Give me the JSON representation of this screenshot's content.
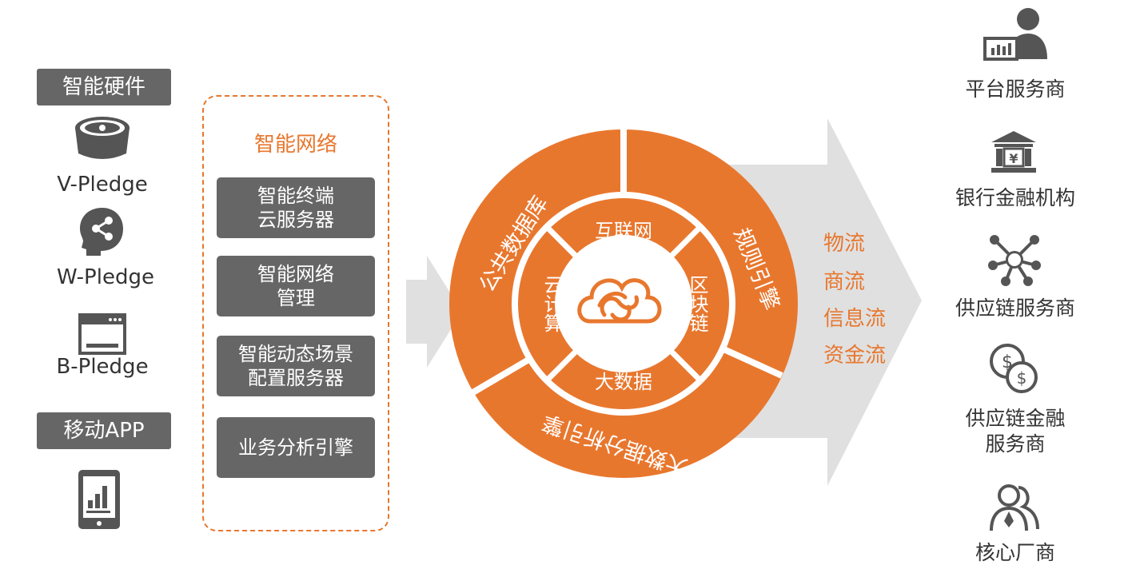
{
  "left_panel": {
    "hardware_tag": "智能硬件",
    "devices": [
      {
        "name": "V-Pledge",
        "icon": "camera-icon"
      },
      {
        "name": "W-Pledge",
        "icon": "head-network-icon"
      },
      {
        "name": "B-Pledge",
        "icon": "terminal-window-icon"
      }
    ],
    "mobile_tag": "移动APP",
    "mobile_icon": "tablet-chart-icon"
  },
  "network": {
    "title": "智能网络",
    "items": [
      {
        "line1": "智能终端",
        "line2": "云服务器"
      },
      {
        "line1": "智能网络",
        "line2": "管理"
      },
      {
        "line1": "智能动态场景",
        "line2": "配置服务器"
      },
      {
        "line1": "业务分析引擎",
        "line2": ""
      }
    ]
  },
  "wheel": {
    "outer": {
      "top_left": "公共数据库",
      "right": "规则引擎",
      "bottom": "大数据分析引擎"
    },
    "inner": {
      "top": "互联网",
      "right": "区块链",
      "bottom": "大数据",
      "left": "云计算"
    },
    "center_icon": "cloud-logo-icon",
    "colors": {
      "orange": "#E8772E",
      "white": "#ffffff"
    }
  },
  "flows": [
    "物流",
    "商流",
    "信息流",
    "资金流"
  ],
  "right_panel": {
    "items": [
      {
        "label": "平台服务商",
        "icon": "user-monitor-icon"
      },
      {
        "label": "银行金融机构",
        "icon": "bank-icon"
      },
      {
        "label": "供应链服务商",
        "icon": "network-nodes-icon"
      },
      {
        "label": "供应链金融服务商",
        "line1": "供应链金融",
        "line2": "服务商",
        "icon": "coins-icon"
      },
      {
        "label": "核心厂商",
        "icon": "people-icon"
      }
    ]
  },
  "colors": {
    "accent": "#E8772E",
    "gray_box": "#666666",
    "arrow": "#E0E0E0",
    "icon": "#555555"
  }
}
